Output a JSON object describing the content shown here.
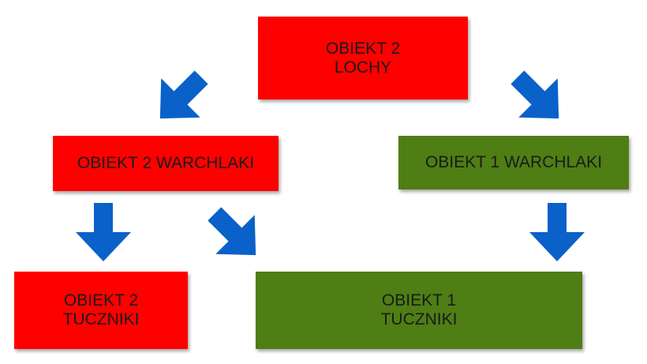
{
  "colors": {
    "red": "#ff0000",
    "green": "#4e7e14",
    "arrow": "#0a61c9"
  },
  "nodes": {
    "lochy": {
      "lines": [
        "OBIEKT 2",
        "LOCHY"
      ],
      "color": "red"
    },
    "o2_warch": {
      "lines": [
        "OBIEKT 2 WARCHLAKI"
      ],
      "color": "red"
    },
    "o1_warch": {
      "lines": [
        "OBIEKT 1 WARCHLAKI"
      ],
      "color": "green"
    },
    "o2_tucz": {
      "lines": [
        "OBIEKT 2",
        "TUCZNIKI"
      ],
      "color": "red"
    },
    "o1_tucz": {
      "lines": [
        "OBIEKT 1",
        "TUCZNIKI"
      ],
      "color": "green"
    }
  },
  "edges": [
    {
      "from": "lochy",
      "to": "o2_warch",
      "icon": "arrow-down-left-icon"
    },
    {
      "from": "lochy",
      "to": "o1_warch",
      "icon": "arrow-down-right-icon"
    },
    {
      "from": "o2_warch",
      "to": "o2_tucz",
      "icon": "arrow-down-icon"
    },
    {
      "from": "o2_warch",
      "to": "o1_tucz",
      "icon": "arrow-down-right-icon"
    },
    {
      "from": "o1_warch",
      "to": "o1_tucz",
      "icon": "arrow-down-icon"
    }
  ]
}
